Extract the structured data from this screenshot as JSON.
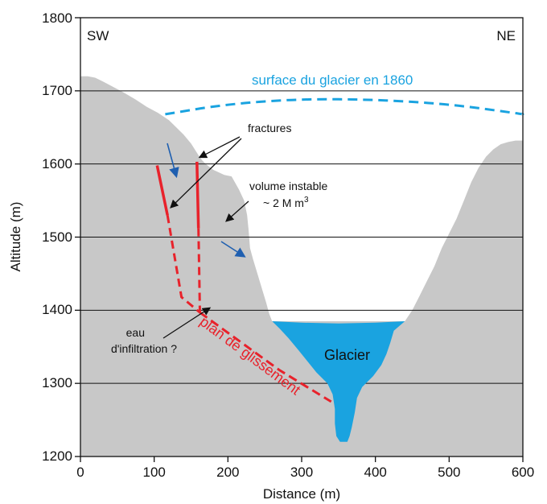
{
  "chart_data": {
    "type": "diagram",
    "xlabel": "Distance (m)",
    "ylabel": "Altitude (m)",
    "xlim": [
      0,
      600
    ],
    "ylim": [
      1200,
      1800
    ],
    "xticks": [
      "0",
      "100",
      "200",
      "300",
      "400",
      "500",
      "600"
    ],
    "yticks": [
      "1200",
      "1300",
      "1400",
      "1500",
      "1600",
      "1700",
      "1800"
    ],
    "corner_left": "SW",
    "corner_right": "NE",
    "labels": {
      "surface_1860": "surface du glacier en 1860",
      "fractures": "fractures",
      "volume_line1": "volume instable",
      "volume_line2": "~ 2 M m",
      "volume_sup": "3",
      "eau_line1": "eau",
      "eau_line2": "d'infiltration ?",
      "plan": "plan de glissement",
      "glacier": "Glacier"
    },
    "colors": {
      "terrain": "#c8c8c8",
      "glacier": "#1aa3e0",
      "fracture": "#e8222b",
      "arrow": "#1f5fb0"
    },
    "ground_profile": [
      [
        0,
        1720
      ],
      [
        10,
        1720
      ],
      [
        20,
        1718
      ],
      [
        30,
        1713
      ],
      [
        45,
        1705
      ],
      [
        60,
        1697
      ],
      [
        75,
        1688
      ],
      [
        90,
        1678
      ],
      [
        105,
        1670
      ],
      [
        120,
        1660
      ],
      [
        130,
        1650
      ],
      [
        140,
        1640
      ],
      [
        150,
        1628
      ],
      [
        160,
        1612
      ],
      [
        165,
        1605
      ],
      [
        170,
        1600
      ],
      [
        180,
        1592
      ],
      [
        195,
        1585
      ],
      [
        205,
        1583
      ],
      [
        215,
        1565
      ],
      [
        222,
        1550
      ],
      [
        226,
        1530
      ],
      [
        228,
        1510
      ],
      [
        230,
        1485
      ],
      [
        234,
        1470
      ],
      [
        240,
        1450
      ],
      [
        246,
        1430
      ],
      [
        252,
        1410
      ],
      [
        256,
        1395
      ],
      [
        260,
        1385
      ],
      [
        270,
        1385
      ],
      [
        300,
        1385
      ],
      [
        350,
        1385
      ],
      [
        400,
        1385
      ],
      [
        440,
        1385
      ],
      [
        450,
        1400
      ],
      [
        460,
        1420
      ],
      [
        470,
        1440
      ],
      [
        480,
        1460
      ],
      [
        490,
        1485
      ],
      [
        500,
        1505
      ],
      [
        510,
        1525
      ],
      [
        520,
        1550
      ],
      [
        530,
        1575
      ],
      [
        540,
        1595
      ],
      [
        550,
        1610
      ],
      [
        560,
        1620
      ],
      [
        570,
        1627
      ],
      [
        580,
        1630
      ],
      [
        590,
        1632
      ],
      [
        600,
        1632
      ]
    ],
    "surface_1860_curve": [
      [
        115,
        1668
      ],
      [
        200,
        1682
      ],
      [
        300,
        1689
      ],
      [
        400,
        1688
      ],
      [
        500,
        1682
      ],
      [
        600,
        1668
      ]
    ],
    "glacier_shape": [
      [
        260,
        1385
      ],
      [
        300,
        1383
      ],
      [
        350,
        1382
      ],
      [
        400,
        1383
      ],
      [
        440,
        1385
      ],
      [
        425,
        1372
      ],
      [
        420,
        1355
      ],
      [
        415,
        1340
      ],
      [
        408,
        1325
      ],
      [
        397,
        1310
      ],
      [
        382,
        1295
      ],
      [
        375,
        1280
      ],
      [
        372,
        1260
      ],
      [
        368,
        1240
      ],
      [
        365,
        1228
      ],
      [
        362,
        1220
      ],
      [
        352,
        1220
      ],
      [
        347,
        1228
      ],
      [
        345,
        1245
      ],
      [
        345,
        1265
      ],
      [
        342,
        1285
      ],
      [
        335,
        1300
      ],
      [
        320,
        1315
      ],
      [
        308,
        1330
      ],
      [
        296,
        1345
      ],
      [
        282,
        1362
      ],
      [
        270,
        1375
      ]
    ],
    "fracture_left_solid": [
      [
        104,
        1598
      ],
      [
        118,
        1530
      ]
    ],
    "fracture_left_dashed": [
      [
        118,
        1530
      ],
      [
        137,
        1418
      ],
      [
        162,
        1397
      ]
    ],
    "fracture_right_solid": [
      [
        158,
        1603
      ],
      [
        160,
        1512
      ]
    ],
    "fracture_right_dashed": [
      [
        160,
        1512
      ],
      [
        162,
        1397
      ]
    ],
    "sliding_plane_dashed": [
      [
        162,
        1397
      ],
      [
        270,
        1318
      ],
      [
        340,
        1275
      ]
    ]
  }
}
